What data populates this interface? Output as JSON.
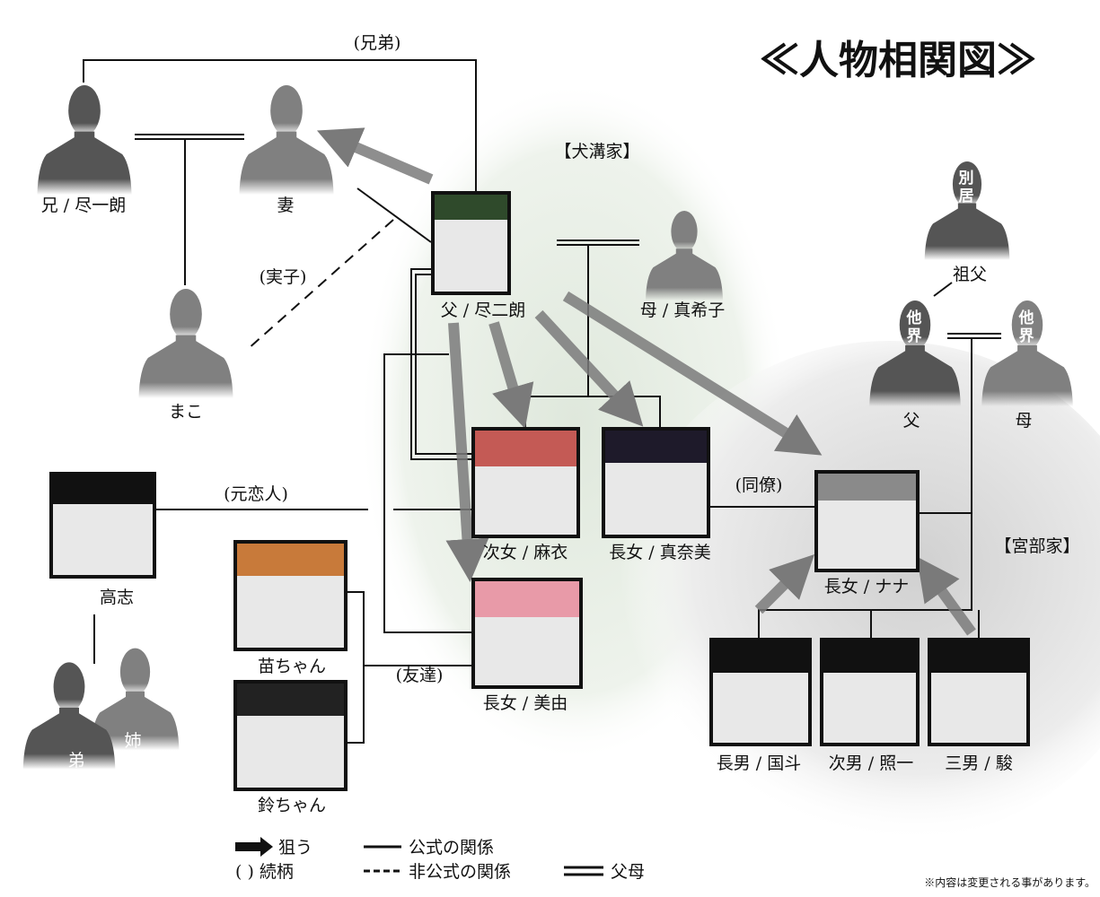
{
  "title": "≪人物相関図≫",
  "families": {
    "inumizo": "【犬溝家】",
    "miyabe": "【宮部家】"
  },
  "relations": {
    "brothers": "(兄弟)",
    "real_child": "(実子)",
    "ex_lover": "(元恋人)",
    "coworker": "(同僚)",
    "friends": "(友達)"
  },
  "characters": {
    "elder_brother": "兄 / 尽一朗",
    "wife": "妻",
    "mako": "まこ",
    "father": "父 / 尽二朗",
    "mother": "母 / 真希子",
    "mai": "次女 / 麻衣",
    "manami": "長女 / 真奈美",
    "miyu": "長女 / 美由",
    "nana": "長女 / ナナ",
    "takashi": "高志",
    "younger_brother": "弟",
    "elder_sister": "姉",
    "nae": "苗ちゃん",
    "suzu": "鈴ちゃん",
    "grandfather": "祖父",
    "grandfather_tag": "別居",
    "m_father": "父",
    "m_father_tag": "他界",
    "m_mother": "母",
    "m_mother_tag": "他界",
    "kunito": "長男 / 国斗",
    "teruichi": "次男 / 照一",
    "shun": "三男 / 駿"
  },
  "legend": {
    "target": "狙う",
    "official": "公式の関係",
    "relation": "(  )  続柄",
    "unofficial": "非公式の関係",
    "parents": "父母"
  },
  "footnote": "※内容は変更される事があります。",
  "colors": {
    "arrow": "#7a7a7a",
    "silhouette_dark": "#555555",
    "silhouette_light": "#808080",
    "cloud_green": "#dfe8dc",
    "pattern_gray": "#d6d6d6"
  }
}
